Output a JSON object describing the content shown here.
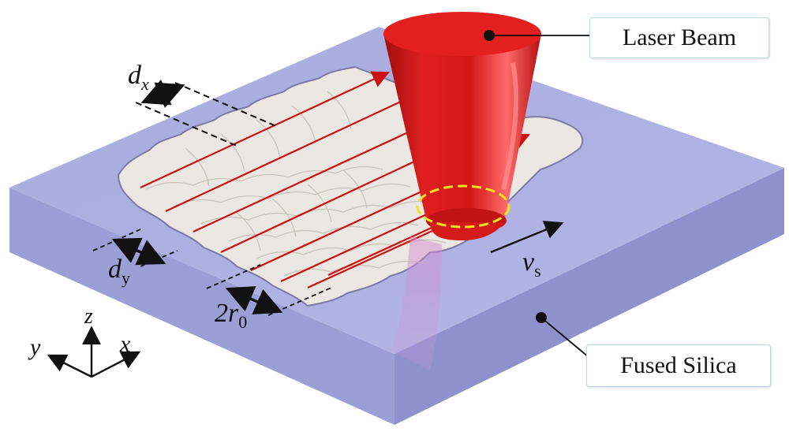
{
  "labels": {
    "laser_beam": "Laser Beam",
    "fused_silica": "Fused Silica",
    "dx_main": "d",
    "dx_sub": "x",
    "dy_main": "d",
    "dy_sub": "y",
    "r_prefix": "2",
    "r_main": "r",
    "r_sub": "0",
    "v_main": "v",
    "v_sub": "s"
  },
  "axes": {
    "x": "x",
    "y": "y",
    "z": "z"
  },
  "colors": {
    "block_top": "#a7a9dc",
    "block_front": "#9c9fd6",
    "block_side": "#8e91cc",
    "pocket_floor": "#ebe7e2",
    "scan_line": "#cc1111",
    "beam": "#dd1c1c",
    "focus_ring": "#f2e21b",
    "callout_border": "#b7d9ea"
  }
}
